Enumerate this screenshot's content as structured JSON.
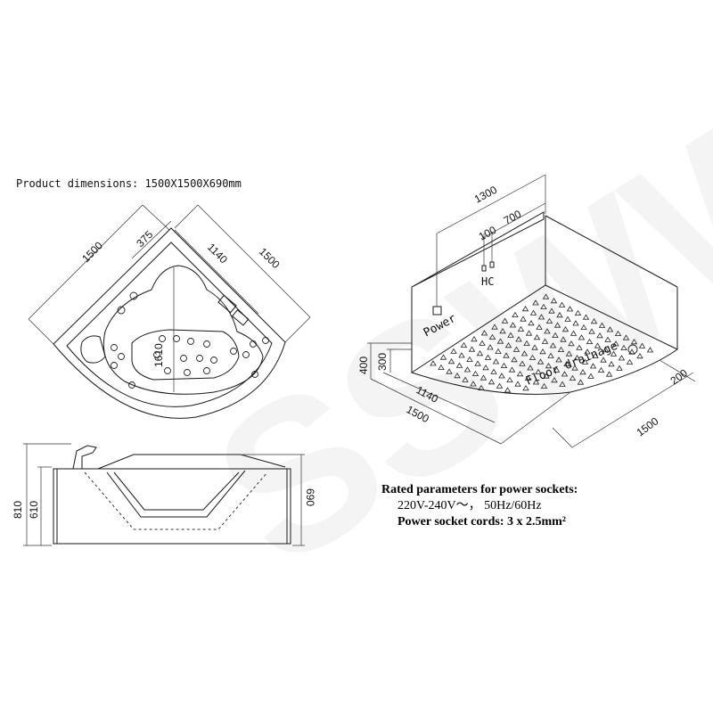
{
  "product_dimensions": "Product dimensions: 1500X1500X690mm",
  "watermark": "SSWW",
  "top_view": {
    "dim_side_left": "1500",
    "dim_side_right": "1500",
    "dim_375": "375",
    "dim_1140": "1140",
    "dim_1610": "1610"
  },
  "side_view": {
    "dim_810": "810",
    "dim_610": "610",
    "dim_690": "690"
  },
  "iso_view": {
    "dim_1300": "1300",
    "dim_100": "100",
    "dim_700": "700",
    "hc_label": "HC",
    "power_label": "Power",
    "floor_drainage_label": "Floor drainage",
    "dim_400": "400",
    "dim_300": "300",
    "dim_1140": "1140",
    "dim_1500_left": "1500",
    "dim_1500_right": "1500",
    "dim_200": "200"
  },
  "rated_parameters": {
    "heading": "Rated parameters for power sockets:",
    "voltage": "220V-240V～， 50Hz/60Hz",
    "cords": "Power socket cords: 3 x 2.5mm²"
  }
}
